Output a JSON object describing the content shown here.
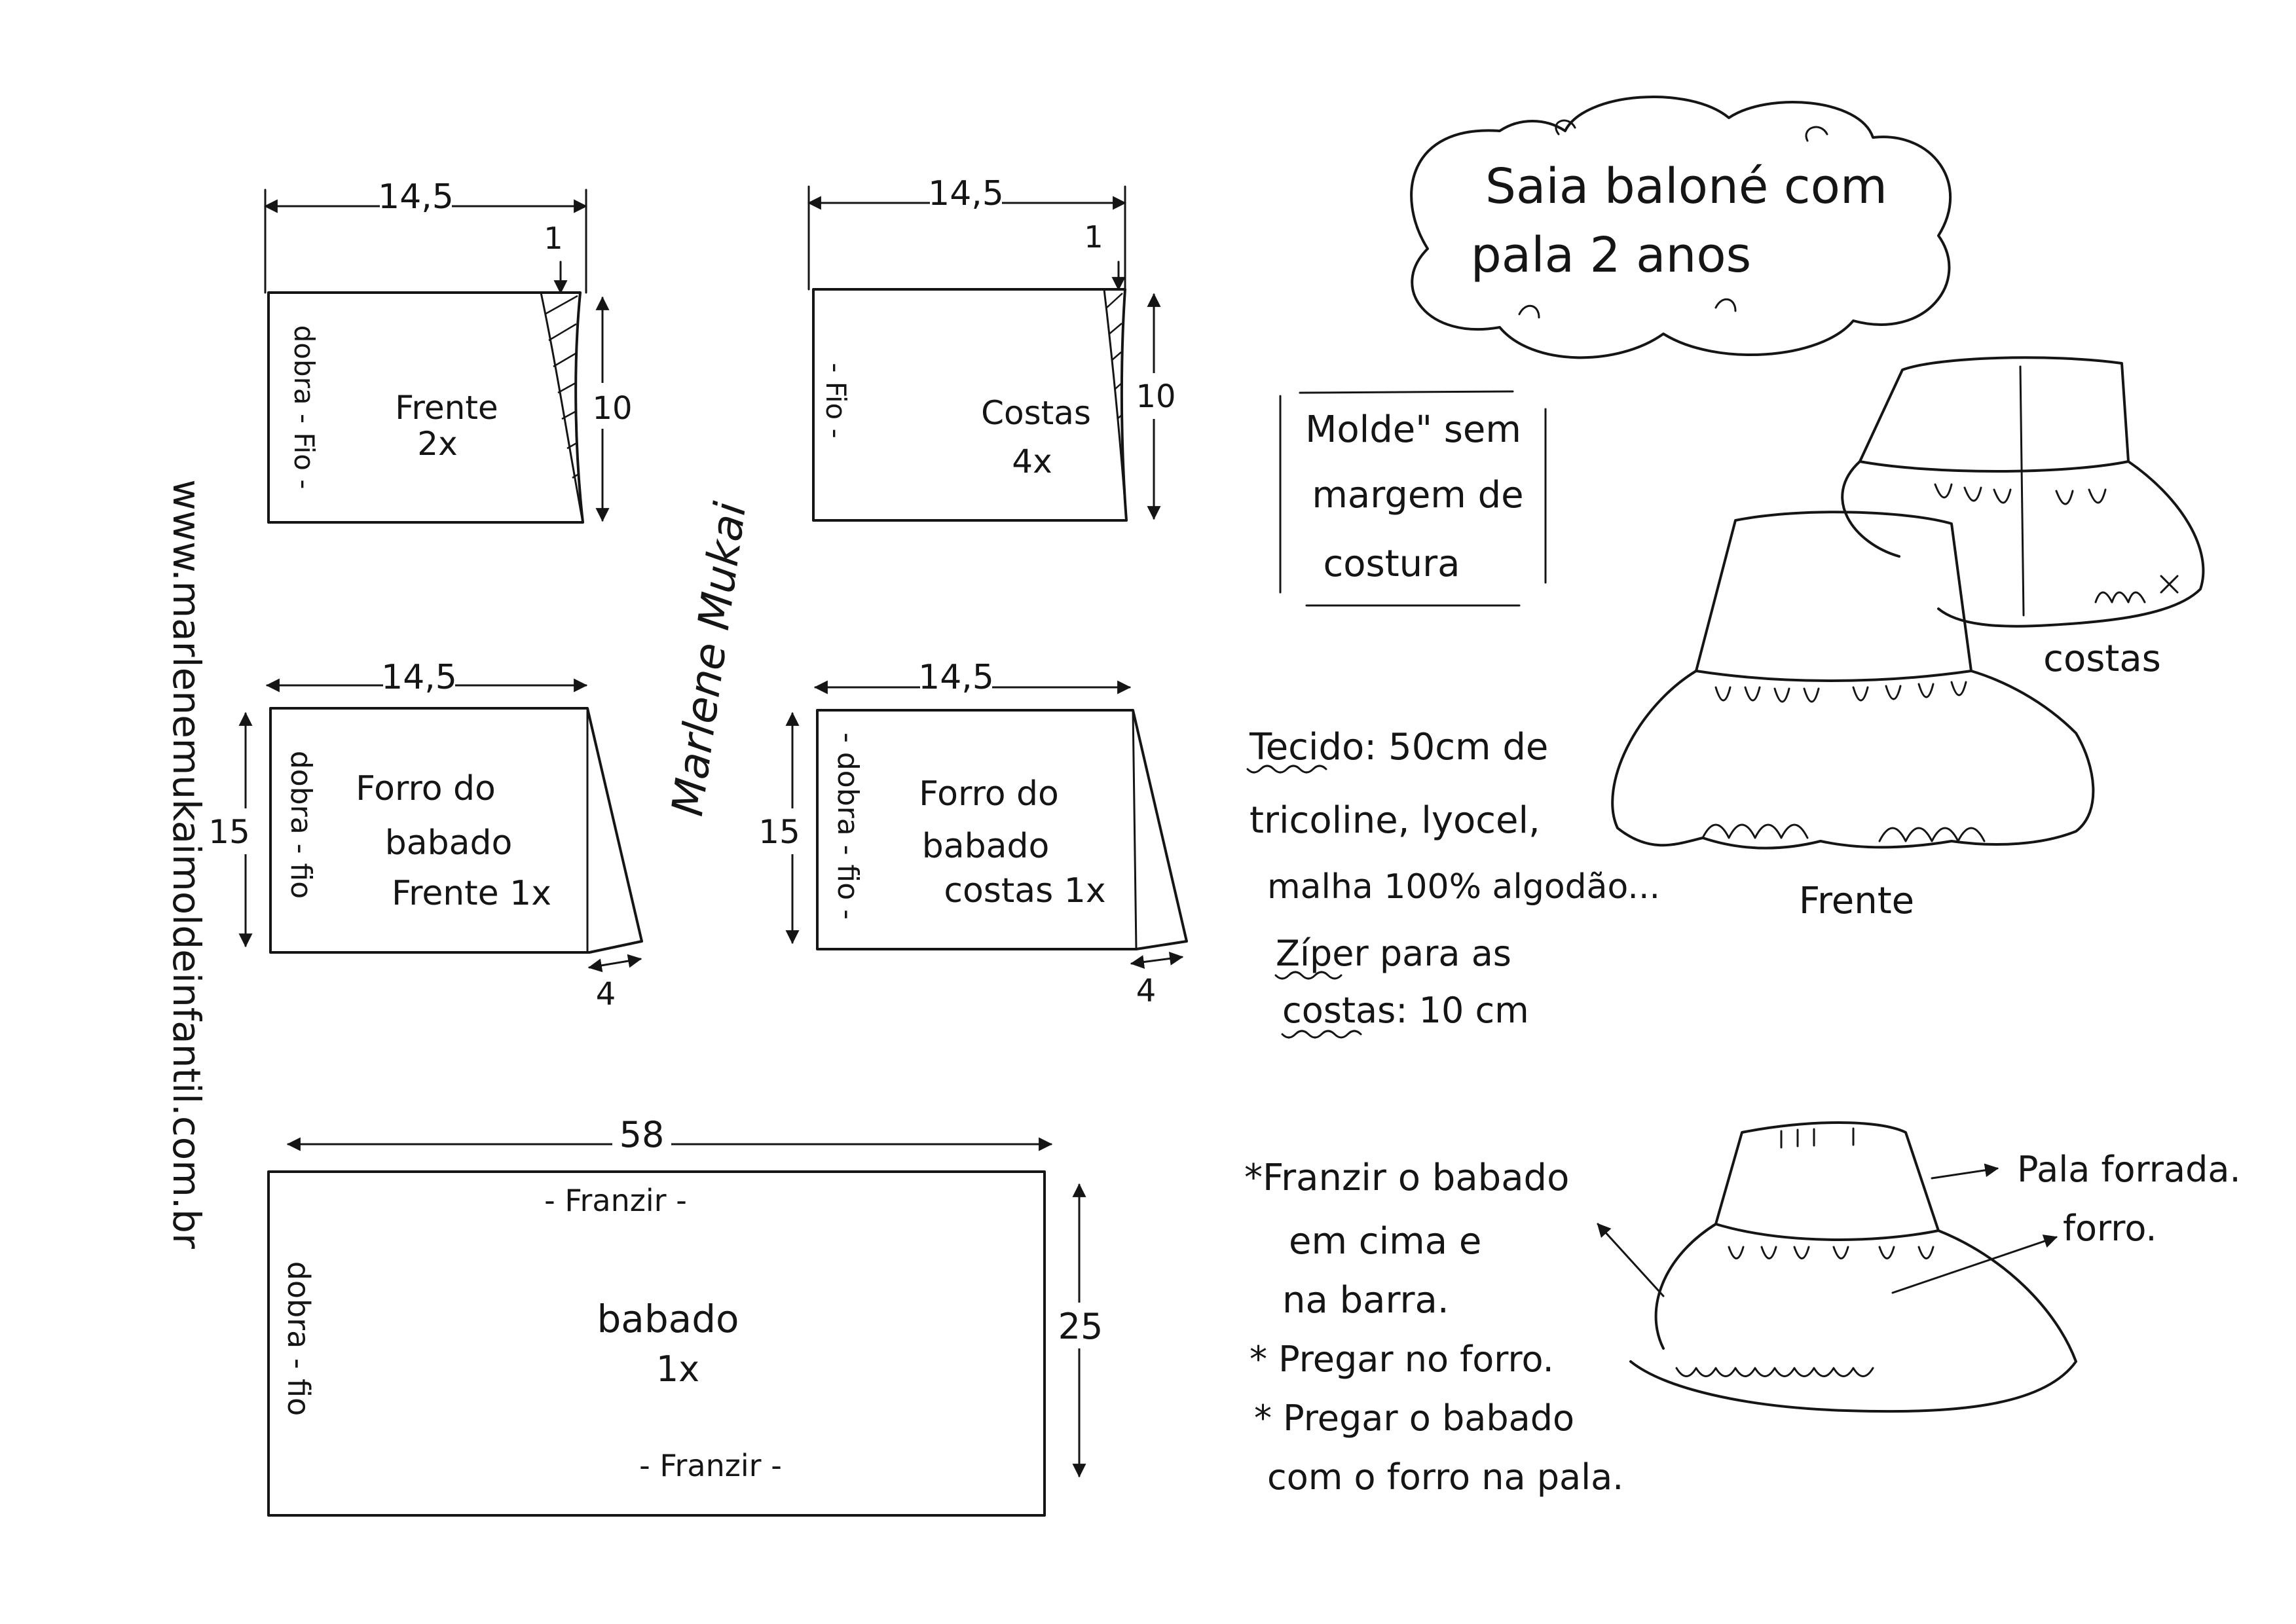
{
  "title": {
    "line1": "Saia baloné com",
    "line2": "pala 2 anos"
  },
  "website": "www.marlenemukaimoldeinfantil.com.br",
  "signature": "Marlene Mukai",
  "pieces": {
    "frente": {
      "width": "14,5",
      "top": "1",
      "height": "10",
      "label": "Frente",
      "qty": "2x",
      "fold": "dobra - Fio -"
    },
    "costas": {
      "width": "14,5",
      "top": "1",
      "height": "10",
      "label": "Costas",
      "qty": "4x",
      "fold": "- Fio -"
    },
    "forro_frente": {
      "width": "14,5",
      "height": "15",
      "flare": "4",
      "label1": "Forro do",
      "label2": "babado",
      "label3": "Frente 1x",
      "fold": "dobra - fio"
    },
    "forro_costas": {
      "width": "14,5",
      "height": "15",
      "flare": "4",
      "label1": "Forro do",
      "label2": "babado",
      "label3": "costas 1x",
      "fold": "- dobra - fio -"
    },
    "babado": {
      "width": "58",
      "height": "25",
      "label": "babado",
      "qty": "1x",
      "fold": "dobra - fio",
      "gather_top": "- Franzir -",
      "gather_bottom": "- Franzir -"
    }
  },
  "note_box": {
    "line1": "Molde\" sem",
    "line2": "margem de",
    "line3": "costura"
  },
  "fabric": {
    "line1": "Tecido: 50cm de",
    "line2": "tricoline, lyocel,",
    "line3": "malha 100% algodão...",
    "line4": "Zíper para as",
    "line5": "costas: 10 cm"
  },
  "instructions": {
    "line1": "*Franzir o babado",
    "line2": "em cima e",
    "line3": "na barra.",
    "line4": "* Pregar no forro.",
    "line5": "* Pregar o babado",
    "line6": "com o forro na pala."
  },
  "illustrations": {
    "back_label": "costas",
    "front_label": "Frente",
    "pala_label": "Pala forrada.",
    "forro_label": "forro."
  }
}
